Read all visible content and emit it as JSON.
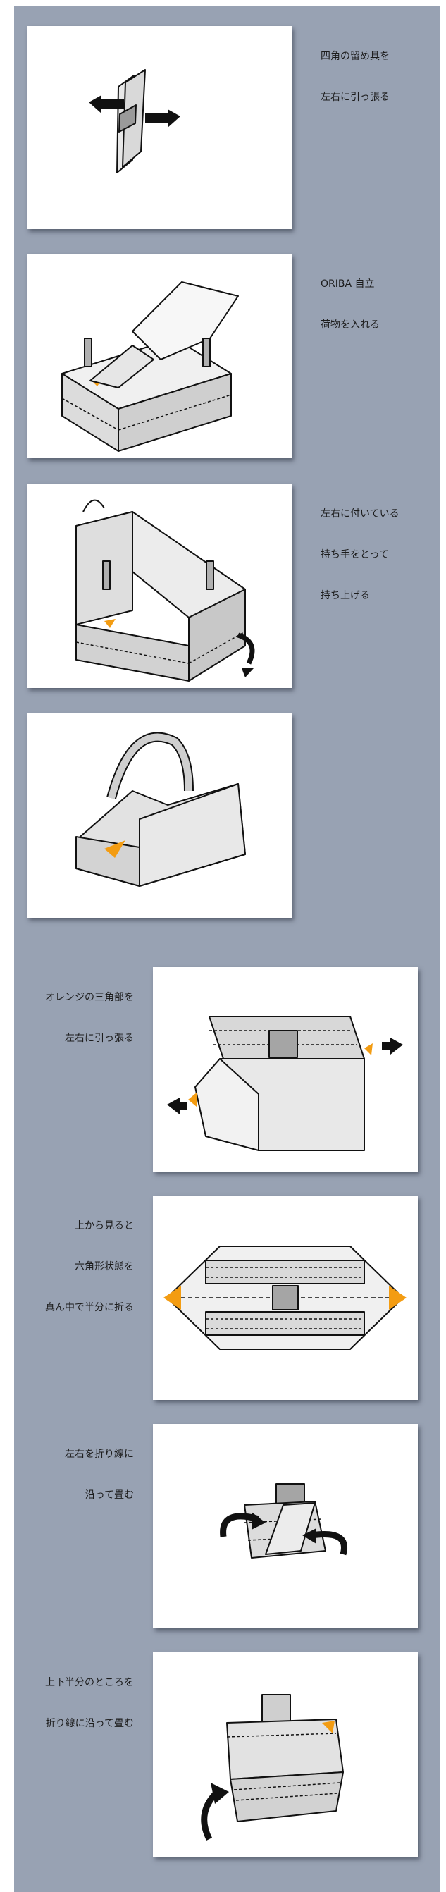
{
  "colors": {
    "panel": "#98a2b3",
    "card": "#ffffff",
    "accent": "#f39c12",
    "ink": "#1c1c1c",
    "paper": "#dcdcdc"
  },
  "steps": [
    {
      "lines": [
        "四角の留め具を",
        "左右に引っ張る"
      ],
      "illustration": "pull-fastener-apart"
    },
    {
      "lines": [
        "ORIBA 自立",
        "荷物を入れる"
      ],
      "illustration": "put-items-in-box"
    },
    {
      "lines": [
        "左右に付いている",
        "持ち手をとって",
        "持ち上げる"
      ],
      "illustration": "lift-handles"
    },
    {
      "lines": [],
      "illustration": "completed-bag"
    },
    {
      "lines": [
        "オレンジの三角部を",
        "左右に引っ張る"
      ],
      "illustration": "pull-orange-triangles"
    },
    {
      "lines": [
        "上から見ると",
        "六角形状態を",
        "真ん中で半分に折る"
      ],
      "illustration": "fold-hexagon-in-half"
    },
    {
      "lines": [
        "左右を折り線に",
        "沿って畳む"
      ],
      "illustration": "fold-sides"
    },
    {
      "lines": [
        "上下半分のところを",
        "折り線に沿って畳む"
      ],
      "illustration": "fold-top-bottom"
    }
  ]
}
